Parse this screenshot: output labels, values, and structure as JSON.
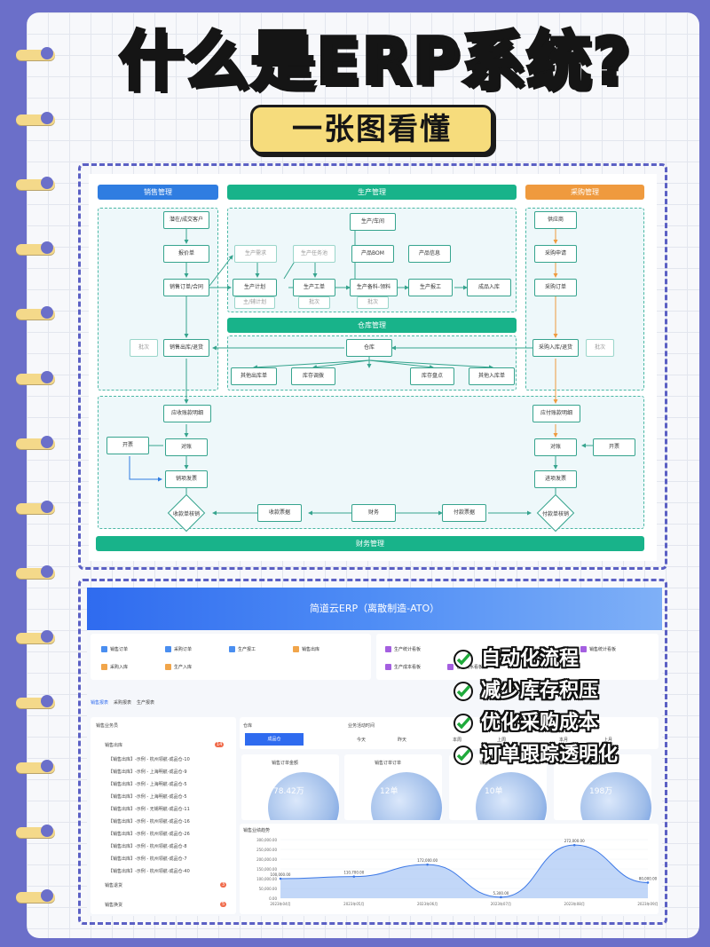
{
  "title": {
    "main": "什么是ERP系统?",
    "subtitle": "一张图看懂"
  },
  "diagram": {
    "sales_header": "销售管理",
    "production_header": "生产管理",
    "purchase_header": "采购管理",
    "warehouse_header": "仓库管理",
    "finance_header": "财务管理",
    "sales": {
      "customer": "潜在/成交客户",
      "quote": "报价单",
      "order": "销售订单/合同",
      "outbound": "销售出库/退货",
      "batch": "批次"
    },
    "prod": {
      "workshop": "生产/车间",
      "demand": "生产需求",
      "task": "生产任务池",
      "bom": "产品BOM",
      "info": "产品信息",
      "plan": "生产计划",
      "work": "生产工单",
      "material": "生产备料-领料",
      "report": "生产报工",
      "finished": "成品入库",
      "main_aux": "主/辅计划",
      "batch1": "批次",
      "batch2": "批次"
    },
    "purchase": {
      "supplier": "供应商",
      "apply": "采购申请",
      "order": "采购订单",
      "inbound": "采购入库/退货",
      "batch": "批次"
    },
    "warehouse": {
      "store": "仓库",
      "other_out": "其他出库单",
      "transfer": "库存调拨",
      "check": "库存盘点",
      "other_in": "其他入库单"
    },
    "finance": {
      "receivable": "应收账款明细",
      "reconcile_l": "对账",
      "invoice_l": "开票",
      "sales_invoice": "销项发票",
      "receipt_verify": "收款单核销",
      "receipt": "收款票据",
      "finance": "财务",
      "payment": "付款票据",
      "payment_verify": "付款单核销",
      "payable": "应付账款明细",
      "reconcile_r": "对账",
      "invoice_r": "开票",
      "input_invoice": "进项发票"
    }
  },
  "screenshot": {
    "banner": "简道云ERP（离散制造-ATO）",
    "quick": [
      "销售订单",
      "采购订单",
      "生产报工",
      "销售出库",
      "采购入库",
      "生产入库"
    ],
    "quick2": [
      "生产统计看板",
      "生产成本看板",
      "仓库流水看板",
      "销售统计看板"
    ],
    "tabs": [
      "销售报表",
      "采购报表",
      "生产报表"
    ],
    "left_title": "销售业务员",
    "groups": [
      {
        "label": "销售出库",
        "count": "14"
      },
      {
        "label": "销售退货",
        "count": "3"
      },
      {
        "label": "销售换货",
        "count": "5"
      }
    ],
    "rows": [
      "【销售出库】-示例 - 杭州领航-成品仓-10",
      "【销售出库】-示例 - 上海明航-成品仓-9",
      "【销售出库】-示例 - 上海明航-成品仓-5",
      "【销售出库】-示例 - 上海明航-成品仓-5",
      "【销售出库】-示例 - 无锡明航-成品仓-11",
      "【销售出库】-示例 - 杭州领航-成品仓-16",
      "【销售出库】-示例 - 杭州领航-成品仓-26",
      "【销售出库】-示例 - 杭州领航-成品仓-8",
      "【销售出库】-示例 - 杭州领航-成品仓-7",
      "【销售出库】-示例 - 杭州领航-成品仓-40"
    ],
    "warehouse_label": "仓库",
    "warehouse_btn": "成品仓",
    "period_label": "业务活动时间",
    "periods": [
      "今天",
      "昨天",
      "本周",
      "上周",
      "本月",
      "上月"
    ],
    "kpis": [
      {
        "label": "销售订单金额",
        "value": "78.42万"
      },
      {
        "label": "销售订单订单",
        "value": "12单"
      },
      {
        "label": "销售出库",
        "value": "10单"
      },
      {
        "label": "销售回款",
        "value": "198万"
      }
    ],
    "line_title": "销售业绩趋势"
  },
  "bullets": [
    "自动化流程",
    "减少库存积压",
    "优化采购成本",
    "订单跟踪透明化"
  ],
  "chart_data": {
    "type": "area",
    "title": "销售业绩趋势",
    "x": [
      "2023年04月",
      "2023年05月",
      "2023年06月",
      "2023年07月",
      "2023年08月",
      "2023年09月"
    ],
    "series": [
      {
        "values": [
          100000,
          110700,
          172000,
          5300,
          272000,
          80000
        ]
      }
    ],
    "value_labels": [
      "100,000.00",
      "110,700.00",
      "172,000.00",
      "5,300.00",
      "272,000.00",
      "80,000.00"
    ],
    "yticks": [
      "300,000.00",
      "250,000.00",
      "200,000.00",
      "150,000.00",
      "100,000.00",
      "50,000.00",
      "0.00"
    ],
    "ylim": [
      0,
      300000
    ]
  },
  "colors": {
    "sales": "#2f7de1",
    "production": "#18b38a",
    "purchase": "#ef9a3e",
    "frame": "#5b60c4"
  }
}
